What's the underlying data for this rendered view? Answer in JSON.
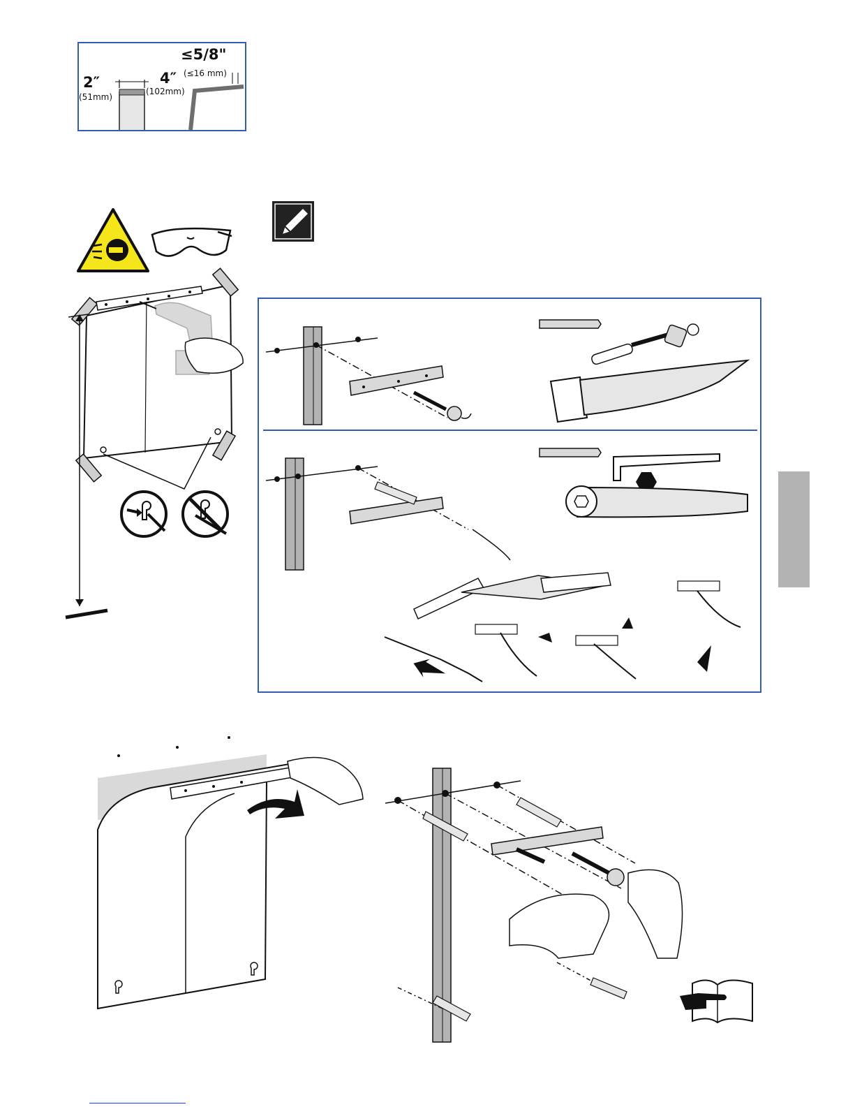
{
  "dimensions": {
    "stud_width": "2″",
    "stud_width_mm": "(51mm)",
    "stud_gap": "4″",
    "stud_gap_mm": "(102mm)",
    "wall_thickness": "≤5/8\"",
    "wall_thickness_mm": "(≤16 mm)"
  },
  "colors": {
    "frame_blue": "#2f5fae",
    "warning_yellow": "#f4e61b",
    "stud_gray": "#b3b3b3",
    "side_tab_gray": "#b3b3b3"
  },
  "icons": [
    "eye-protection-warning-icon",
    "safety-glasses-icon",
    "pencil-mark-icon",
    "no-drill-through-keyhole-icon",
    "read-manual-icon"
  ]
}
